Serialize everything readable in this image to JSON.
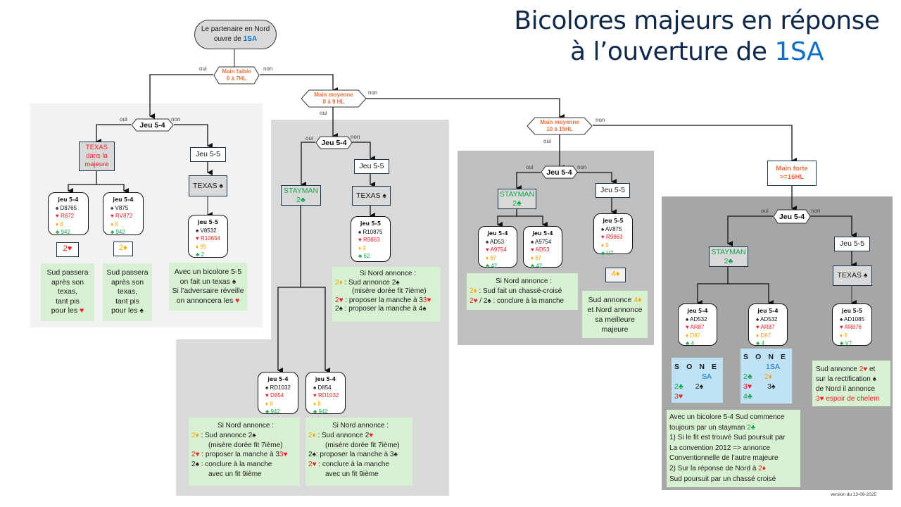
{
  "title": {
    "line1": "Bicolores majeurs en réponse",
    "line2_prefix": "à l’ouverture de ",
    "line2_accent": "1SA"
  },
  "colors": {
    "title": "#10294a",
    "accent_blue": "#0f6fc6",
    "hearts": "#ee1c25",
    "diamonds": "#f5a800",
    "clubs": "#12a54a",
    "decision_label": "#e8703a",
    "note_bg": "#d8f0d2",
    "sone_bg": "#bfe2f4"
  },
  "suits": {
    "spade": "♠",
    "heart": "♥",
    "diamond": "♦",
    "club": "♣"
  },
  "start": {
    "line1": "Le partenaire en Nord",
    "line2_prefix": "ouvre de ",
    "line2_accent": "1SA"
  },
  "yes": "oui",
  "no": "non",
  "decisions": {
    "weak": {
      "line1": "Main faible",
      "line2": "0 à 7HL"
    },
    "medium1": {
      "line1": "Main moyenne",
      "line2": "8 à 9 HL"
    },
    "medium2": {
      "line1": "Main moyenne",
      "line2": "10 à 15HL"
    },
    "strong": {
      "line1": "Main forte",
      "line2": ">=16HL"
    },
    "jeu54": "Jeu 5-4",
    "jeu55": "Jeu 5-5"
  },
  "weak": {
    "texas_majeure": {
      "line1": "TEXAS",
      "line2": "dans la",
      "line3": "majeure"
    },
    "texas_spade": "TEXAS ",
    "hands": [
      {
        "title": "jeu 5-4",
        "spades": "D8765",
        "hearts": "R872",
        "diamonds": "8",
        "clubs": "942"
      },
      {
        "title": "jeu 5-4",
        "spades": "V875",
        "hearts": "RV872",
        "diamonds": "8",
        "clubs": "942"
      },
      {
        "title": "jeu 5-5",
        "spades": "V8532",
        "hearts": "R10654",
        "diamonds": "95",
        "clubs": "2"
      }
    ],
    "bids": [
      "2",
      "2"
    ],
    "notes": [
      {
        "lines": [
          "Sud passera",
          "après son",
          "texas,",
          "tant pis",
          "pour les "
        ]
      },
      {
        "lines": [
          "Sud passera",
          "après son",
          "texas,",
          "tant pis",
          "pour les "
        ]
      },
      {
        "lines": [
          "Avec un bicolore 5-5",
          "on fait un texas ",
          "Si l’adversaire réveille",
          "on annoncera les "
        ]
      }
    ]
  },
  "medium1": {
    "stayman": {
      "line1": "STAYMAN",
      "line2": "2"
    },
    "texas_spade": "TEXAS ",
    "hands": [
      {
        "title": "jeu 5-5",
        "spades": "R10875",
        "hearts": "R9863",
        "diamonds": "9",
        "clubs": "62"
      },
      {
        "title": "jeu 5-4",
        "spades": "RD1032",
        "hearts": "D854",
        "diamonds": "8",
        "clubs": "942"
      },
      {
        "title": "jeu 5-4",
        "spades": "D854",
        "hearts": "RD1032",
        "diamonds": "8",
        "clubs": "942"
      }
    ],
    "note_texas": {
      "title": "Si Nord annonce :",
      "l1": " : Sud annonce 2",
      "l2": "(misère dorée fit 7ième)",
      "l3": " : proposer la manche à 3",
      "l4": " : proposer la manche à 4"
    },
    "note_left": {
      "title": "Si Nord annonce :",
      "l1": " : Sud annonce 2",
      "l2": "(misère dorée fit 7ième)",
      "l3": " : proposer la manche à 3",
      "l4": " : conclure à la manche",
      "l5": "avec un fit 9ième"
    },
    "note_right": {
      "title": "Si Nord annonce :",
      "l1": " : Sud annonce 2",
      "l2": "(misère dorée fit 7ième)",
      "l3": ": proposer la manche à 3",
      "l4": " : conclure à la manche",
      "l5": "avec un fit 9ième"
    }
  },
  "medium2": {
    "stayman": {
      "line1": "STAYMAN",
      "line2": "2"
    },
    "hands": [
      {
        "title": "jeu 5-4",
        "spades": "AD53",
        "hearts": "A9754",
        "diamonds": "87",
        "clubs": "42"
      },
      {
        "title": "jeu 5-4",
        "spades": "A9754",
        "hearts": "AD53",
        "diamonds": "87",
        "clubs": "42"
      },
      {
        "title": "jeu 5-5",
        "spades": "AV875",
        "hearts": "R9863",
        "diamonds": "9",
        "clubs": "V7"
      }
    ],
    "bid": "4",
    "note_stayman": {
      "title": "Si Nord annonce :",
      "l1": " : Sud fait un chassé-croisé",
      "l2_sep": " / 2",
      "l2": " : conclure à la manche"
    },
    "note_texas": {
      "l1": "Sud annonce ",
      "l2": "et Nord annonce",
      "l3": "sa meilleure",
      "l4": "majeure"
    }
  },
  "strong": {
    "stayman": {
      "line1": "STAYMAN",
      "line2": "2"
    },
    "texas_spade": "TEXAS ",
    "hands": [
      {
        "title": "jeu 5-4",
        "spades": "AD532",
        "hearts": "AR87",
        "diamonds": "D87",
        "clubs": "4"
      },
      {
        "title": "jeu 5-4",
        "spades": "AD532",
        "hearts": "AR87",
        "diamonds": "D87",
        "clubs": "4"
      },
      {
        "title": "jeu 5-5",
        "spades": "AD1085",
        "hearts": "AR876",
        "diamonds": "9",
        "clubs": "V7"
      }
    ],
    "sone_headers": [
      "S",
      "O",
      "N",
      "E"
    ],
    "sequence_left": {
      "north": "SA",
      "r2_s": "2",
      "r2_n": "2",
      "r3_s": "3"
    },
    "sequence_right": {
      "north": "1SA",
      "r2_s": "2",
      "r2_n": "2",
      "r3_s": "3",
      "r3_n": "3",
      "r4_s": "4"
    },
    "note_texas": {
      "l1": "Sud  annonce ",
      "l1b": " et",
      "l2": "sur la rectification ",
      "l3": "de Nord il annonce",
      "l4": "3",
      "l4b": " espoir de chelem"
    },
    "note_stayman": {
      "l1": "Avec un bicolore 5-4 Sud commence",
      "l2": "toujours par un stayman ",
      "l3": "1) Si le fit est trouvé Sud poursuit par",
      "l4": "La convention 2012 => annonce",
      "l5": "Conventionnelle de l’autre majeure",
      "l6": "2) Sur la réponse de Nord à ",
      "l7": "Sud poursuit par un chassé croisé"
    }
  },
  "version": "version du 13-09-2025"
}
